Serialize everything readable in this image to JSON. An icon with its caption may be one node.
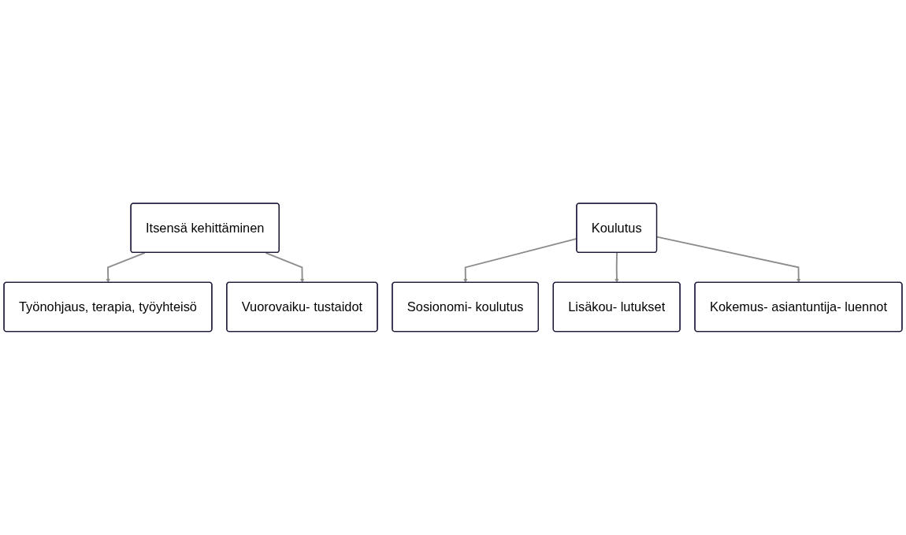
{
  "diagram": {
    "nodes": [
      {
        "text": [
          "Itsensä kehittäminen"
        ]
      },
      {
        "text": [
          "Koulutus"
        ]
      },
      {
        "text": [
          "Työnohjaus, terapia, työyhteisö"
        ]
      },
      {
        "text": [
          "Vuorovaiku- tustaidot"
        ]
      },
      {
        "text": [
          "Sosionomi- koulutus"
        ]
      },
      {
        "text": [
          "Lisäkou- lutukset"
        ]
      },
      {
        "text": [
          "Kokemus- asiantuntija- luennot"
        ]
      }
    ],
    "edges": [
      {
        "from": 0,
        "to": 2,
        "arrow": "to"
      },
      {
        "from": 0,
        "to": 3,
        "arrow": "to"
      },
      {
        "from": 1,
        "to": 4,
        "arrow": "to"
      },
      {
        "from": 1,
        "to": 5,
        "arrow": "to"
      },
      {
        "from": 1,
        "to": 6,
        "arrow": "to"
      }
    ]
  }
}
